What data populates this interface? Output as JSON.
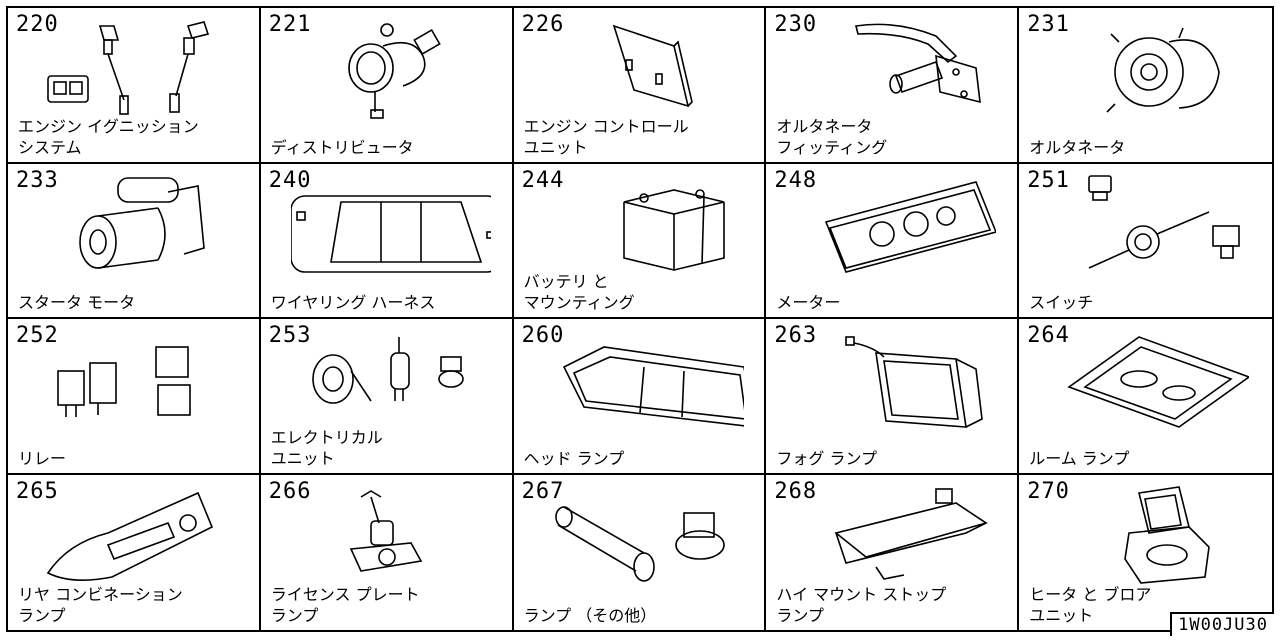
{
  "catalog": {
    "cells": [
      {
        "num": "220",
        "line1": "エンジン イグニッション",
        "line2": "システム"
      },
      {
        "num": "221",
        "line1": "ディストリビュータ",
        "line2": ""
      },
      {
        "num": "226",
        "line1": "エンジン コントロール",
        "line2": "ユニット"
      },
      {
        "num": "230",
        "line1": "オルタネータ",
        "line2": "フィッティング"
      },
      {
        "num": "231",
        "line1": "オルタネータ",
        "line2": ""
      },
      {
        "num": "233",
        "line1": "スタータ モータ",
        "line2": ""
      },
      {
        "num": "240",
        "line1": "ワイヤリング ハーネス",
        "line2": ""
      },
      {
        "num": "244",
        "line1": "バッテリ と",
        "line2": "マウンティング"
      },
      {
        "num": "248",
        "line1": "メーター",
        "line2": ""
      },
      {
        "num": "251",
        "line1": "スイッチ",
        "line2": ""
      },
      {
        "num": "252",
        "line1": "リレー",
        "line2": ""
      },
      {
        "num": "253",
        "line1": "エレクトリカル",
        "line2": "ユニット"
      },
      {
        "num": "260",
        "line1": "ヘッド ランプ",
        "line2": ""
      },
      {
        "num": "263",
        "line1": "フォグ ランプ",
        "line2": ""
      },
      {
        "num": "264",
        "line1": "ルーム ランプ",
        "line2": ""
      },
      {
        "num": "265",
        "line1": "リヤ コンビネーション",
        "line2": "ランプ"
      },
      {
        "num": "266",
        "line1": "ライセンス プレート",
        "line2": "ランプ"
      },
      {
        "num": "267",
        "line1": "ランプ （その他）",
        "line2": ""
      },
      {
        "num": "268",
        "line1": "ハイ マウント ストップ",
        "line2": "ランプ"
      },
      {
        "num": "270",
        "line1": "ヒータ と ブロア",
        "line2": "ユニット"
      }
    ],
    "code": "1W00JU30"
  }
}
